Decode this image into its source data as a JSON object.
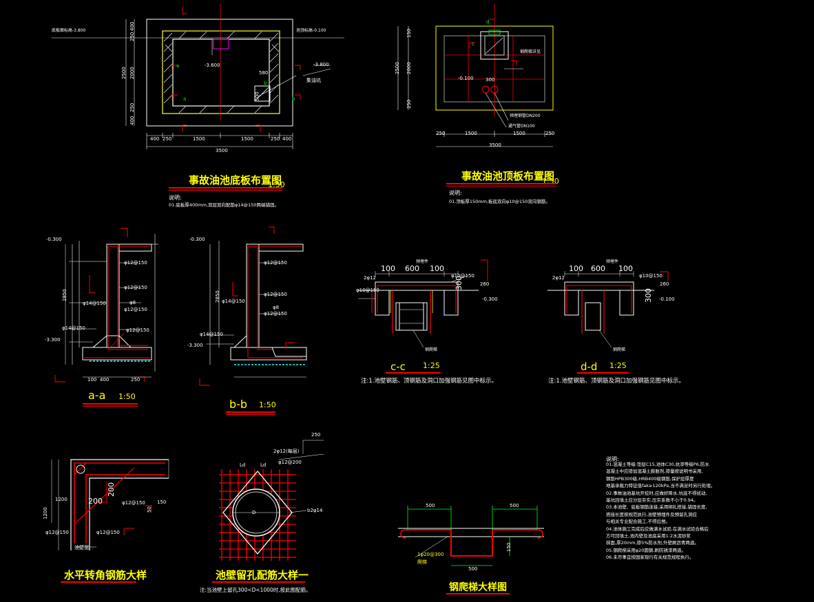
{
  "titles": {
    "floor_plan": "事故油池底板布置图",
    "floor_plan_scale": "1:50",
    "top_plan": "事故油池顶板布置图",
    "top_plan_scale": "1:50",
    "sec_aa": "a-a",
    "sec_aa_scale": "1:50",
    "sec_bb": "b-b",
    "sec_bb_scale": "1:50",
    "sec_cc": "c-c",
    "sec_cc_scale": "1:25",
    "sec_dd": "d-d",
    "sec_dd_scale": "1:25",
    "corner_detail": "水平转角钢筋大样",
    "hole_detail": "池壁留孔配筋大样一",
    "ladder_detail": "钢爬梯大样图"
  },
  "notes": {
    "floor_note_head": "说明:",
    "floor_note_1": "01.底板厚400mm,双层双向配筋φ14@150两端锚固。",
    "top_note_head": "说明:",
    "top_note_1": "01.顶板厚150mm,板底双向φ10@150双向钢筋。",
    "cc_note": "注:1.池壁钢筋、顶钢筋及洞口加强钢筋见图中标示。",
    "dd_note": "注:1.池壁钢筋、顶钢筋及洞口加强钢筋见图中标示。",
    "hole_note": "注:当池壁上留孔300<D<1000时,按此图配筋。",
    "general_head": "说明:",
    "general_lines": [
      "01.混凝土等级:垫层C15,池体C30,抗渗等级P6,防水",
      "  混凝土中应掺加混凝土膨胀剂,掺量按说明书采用,",
      "  钢筋HPB300级,HRB400级钢筋,保护层厚度",
      "  地基承载力特征值fak≥120kPa,当不满足时另行处理。",
      "02.事故油池基坑开挖时,应做好降水,坑底不得扰动,",
      "  基坑回填土应分层夯实,压实系数不小于0.94。",
      "03.本池壁、底板钢筋连接,采用绑扎搭接,锚固长度,",
      "  搭接长度按规范执行,池壁预埋件及预留孔洞应",
      "  与相关专业配合施工,不得后凿。",
      "04.池体施工完成后应做满水试验,在满水试验合格后",
      "  方可回填土,池内壁及池底采用1:2水泥砂浆",
      "  抹面,厚20mm,掺5%防水剂,外壁刷沥青两道。",
      "05.钢爬梯采用φ20圆钢,刷防锈漆两道。",
      "06.未尽事宜按国家现行有关规范规程执行。"
    ]
  },
  "dims": {
    "fp_total": "3500",
    "fp_bottom": [
      "400",
      "250",
      "1500",
      "1500",
      "250",
      "400"
    ],
    "fp_left": [
      "400",
      "250",
      "2000",
      "250",
      "400"
    ],
    "fp_left_total": "2500",
    "fp_top_note_l": "底板面标高-3.800",
    "fp_top_note_r": "池顶标高-0.100",
    "fp_lvl_1": "-3.600",
    "fp_lvl_2": "-3.800",
    "fp_dim_580": "580",
    "fp_dim_500": "500",
    "fp_label_a1": "a",
    "fp_label_a2": "a",
    "fp_label_b1": "b",
    "fp_label_b2": "b",
    "fp_pipe": "集油坑",
    "tp_total": "3500",
    "tp_bottom": [
      "250",
      "1500",
      "1500",
      "250"
    ],
    "tp_left": [
      "150",
      "2000",
      "250"
    ],
    "tp_left_total": "2500",
    "tp_lbl_d": "d",
    "tp_lbl_c": "c",
    "tp_300": "300",
    "tp_lvl": "-0.100",
    "tp_note1": "钢爬梯详见",
    "tp_note2": "预埋钢管DN200",
    "tp_note3": "通气管DN100",
    "aa_top_lvl": "-0.300",
    "aa_bot_lvl": "-3.300",
    "aa_2850": "2850",
    "aa_rebar": [
      "φ12@150",
      "φ12@150",
      "φ14@150",
      "φ8",
      "φ12@150",
      "φ12@150",
      "φ14@150"
    ],
    "aa_bottom": [
      "100",
      "400",
      "250"
    ],
    "bb_top_lvl": "-0.300",
    "bb_bot_lvl": "-3.300",
    "bb_2850": "2850",
    "bb_rebar": [
      "φ12@150",
      "φ12@150",
      "φ14@150",
      "φ8",
      "φ12@150",
      "φ14@150"
    ],
    "cc_dims": [
      "100",
      "600",
      "100"
    ],
    "cc_r1": "2φ12",
    "cc_r2": "φ10@150",
    "cc_r3": "φ10@150",
    "cc_300": "300",
    "cc_260": "260",
    "cc_lvl": "-0.300",
    "cc_lbl1": "预埋件",
    "cc_lbl2": "钢爬梯",
    "dd_dims": [
      "100",
      "600",
      "100"
    ],
    "dd_r1": "2φ12",
    "dd_r2": "φ10@150",
    "dd_300": "300",
    "dd_260": "260",
    "dd_lvl": "-0.100",
    "dd_lbl1": "预埋件",
    "dd_lbl2": "钢爬梯",
    "corner_1200a": "1200",
    "corner_1200b": "1200",
    "corner_200a": "200",
    "corner_200b": "200",
    "corner_150": "150",
    "corner_50": "50",
    "corner_r1": "φ12@150",
    "corner_r2": "φ12@150",
    "corner_r3": "φ12@150",
    "corner_wall": "池壁宽",
    "hole_d": "D",
    "hole_250": "250",
    "hole_ld1": "Ld",
    "hole_ld2": "Ld",
    "hole_r1": "2φ12(每层)",
    "hole_r2": "φ12@200",
    "hole_r3": "b2φ14",
    "ladder_500a": "500",
    "ladder_500b": "500",
    "ladder_500c": "500",
    "ladder_150": "150",
    "ladder_rebar": "1φ20@300",
    "ladder_label": "爬梯"
  },
  "colors": {
    "bg": "#000000",
    "wall": "#ffffff",
    "rebar": "#ff0000",
    "outline": "#ffff00",
    "green": "#00ff00",
    "magenta": "#ff00ff",
    "cyan": "#00ffff"
  }
}
